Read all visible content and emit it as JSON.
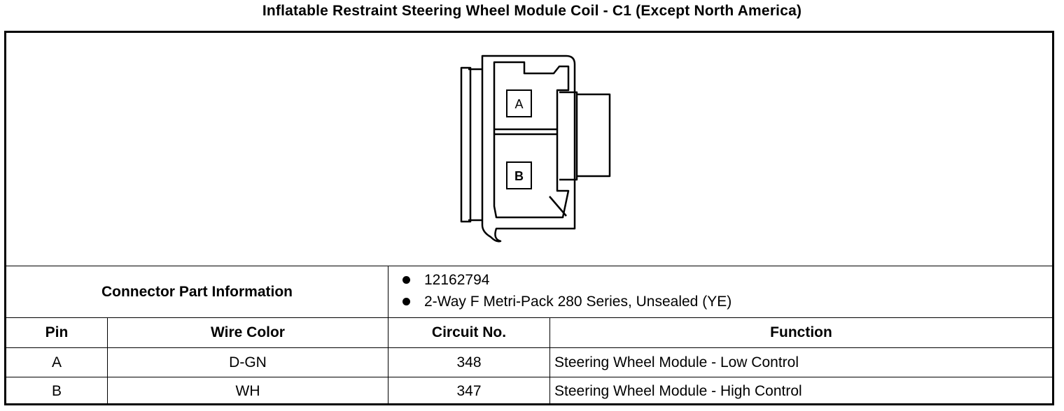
{
  "title": "Inflatable Restraint Steering Wheel Module Coil - C1 (Except North America)",
  "connector": {
    "cavity_a": "A",
    "cavity_b": "B"
  },
  "part_info": {
    "label": "Connector Part Information",
    "items": [
      "12162794",
      "2-Way F Metri-Pack 280 Series, Unsealed (YE)"
    ]
  },
  "table": {
    "headers": [
      "Pin",
      "Wire Color",
      "Circuit No.",
      "Function"
    ],
    "rows": [
      {
        "pin": "A",
        "wire_color": "D-GN",
        "circuit": "348",
        "function": "Steering Wheel Module - Low Control"
      },
      {
        "pin": "B",
        "wire_color": "WH",
        "circuit": "347",
        "function": "Steering Wheel Module - High Control"
      }
    ]
  }
}
